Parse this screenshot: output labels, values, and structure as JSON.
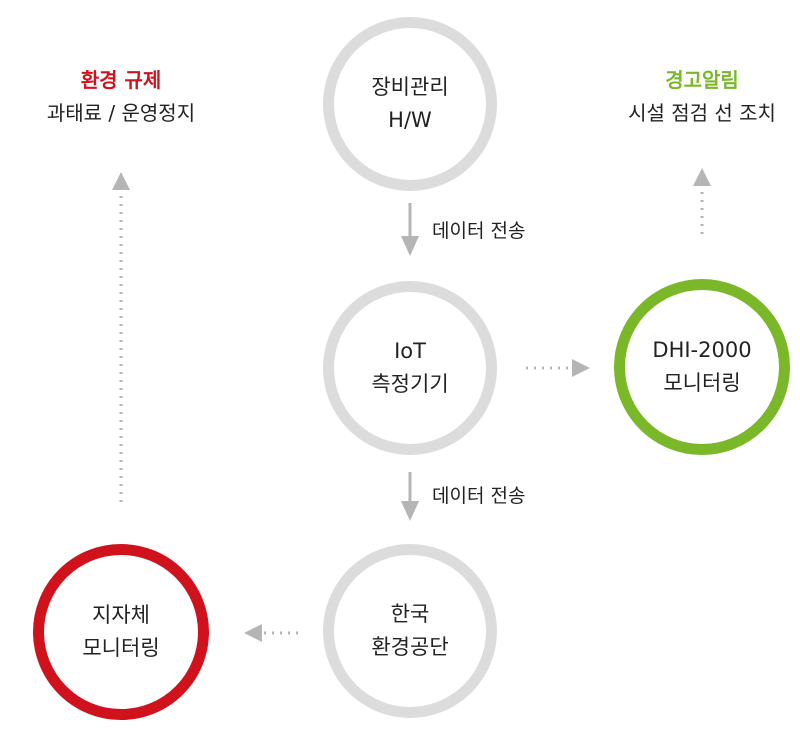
{
  "colors": {
    "gray": "#dcdcdc",
    "green": "#7ab82a",
    "red": "#d0121c",
    "arrow": "#b5b5b5"
  },
  "nodes": {
    "hw": {
      "line1": "장비관리",
      "line2": "H/W"
    },
    "iot": {
      "line1": "IoT",
      "line2": "측정기기"
    },
    "dhi": {
      "line1": "DHI-2000",
      "line2": "모니터링"
    },
    "kec": {
      "line1": "한국",
      "line2": "환경공단"
    },
    "local": {
      "line1": "지자체",
      "line2": "모니터링"
    }
  },
  "notes": {
    "regulation": {
      "title": "환경 규제",
      "subtitle": "과태료 / 운영정지"
    },
    "alarm": {
      "title": "경고알림",
      "subtitle": "시설 점검 선 조치"
    }
  },
  "edges": {
    "hw_to_iot": "데이터 전송",
    "iot_to_kec": "데이터 전송"
  }
}
